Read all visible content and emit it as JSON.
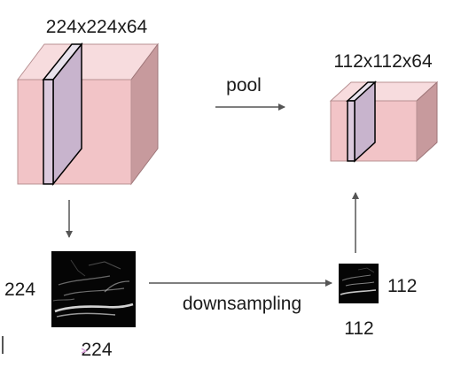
{
  "input_volume": {
    "dims": "224x224x64"
  },
  "output_volume": {
    "dims": "112x112x64"
  },
  "pool": {
    "label": "pool"
  },
  "input_slice": {
    "height_label": "224",
    "width_label": "224"
  },
  "downsampling": {
    "label": "downsampling"
  },
  "output_slice": {
    "height_label": "112",
    "width_label": "112"
  },
  "colors": {
    "cube_front": "#f2c4c7",
    "cube_top": "#f7dcde",
    "cube_side": "#c79a9d",
    "slice": "#c8b4cd",
    "arrow": "#555555"
  }
}
